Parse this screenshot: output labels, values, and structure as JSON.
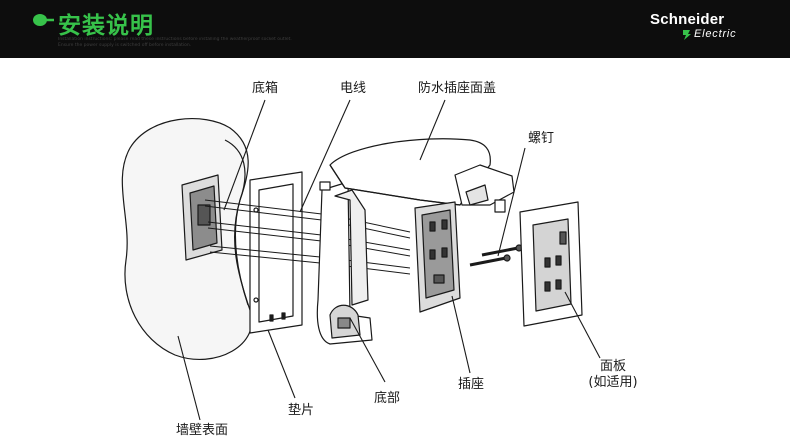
{
  "header": {
    "title": "安装说明",
    "subtext": "Installation instructions: please read these instructions before installing the weatherproof socket outlet. Ensure the power supply is switched off before installation.",
    "brand": "Schneider",
    "brand_sub": "Electric",
    "accent_color": "#37c24a"
  },
  "labels": {
    "box": "底箱",
    "wire": "电线",
    "cover": "防水插座面盖",
    "screw": "螺钉",
    "panel": "面板",
    "panel_note": "(如适用)",
    "socket": "插座",
    "base": "底部",
    "gasket": "垫片",
    "wall": "墙壁表面"
  }
}
